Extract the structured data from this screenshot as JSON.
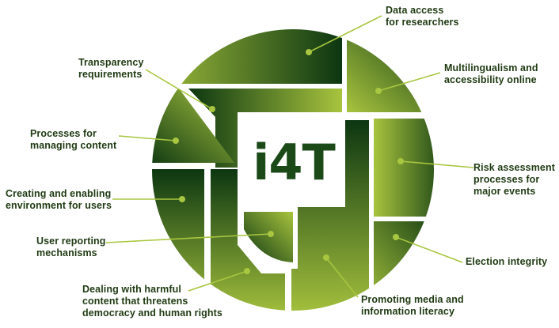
{
  "logo": {
    "text": "i4T"
  },
  "labels": {
    "data_access": "Data access\nfor researchers",
    "transparency": "Transparency\nrequirements",
    "multilingualism": "Multilingualism and\naccessibility online",
    "managing_content": "Processes for\nmanaging content",
    "risk_assessment": "Risk assessment\nprocesses for\nmajor events",
    "creating_environment": "Creating and enabling\nenvironment for users",
    "user_reporting": "User reporting\nmechanisms",
    "election_integrity": "Election integrity",
    "harmful_content": "Dealing with harmful\ncontent that threatens\ndemocracy and human rights",
    "media_literacy": "Promoting media and\ninformation literacy"
  },
  "colors": {
    "dark_green": "#0d3a13",
    "light_green": "#a6c23d",
    "connector": "#a8c640",
    "text": "#1f3a12"
  }
}
